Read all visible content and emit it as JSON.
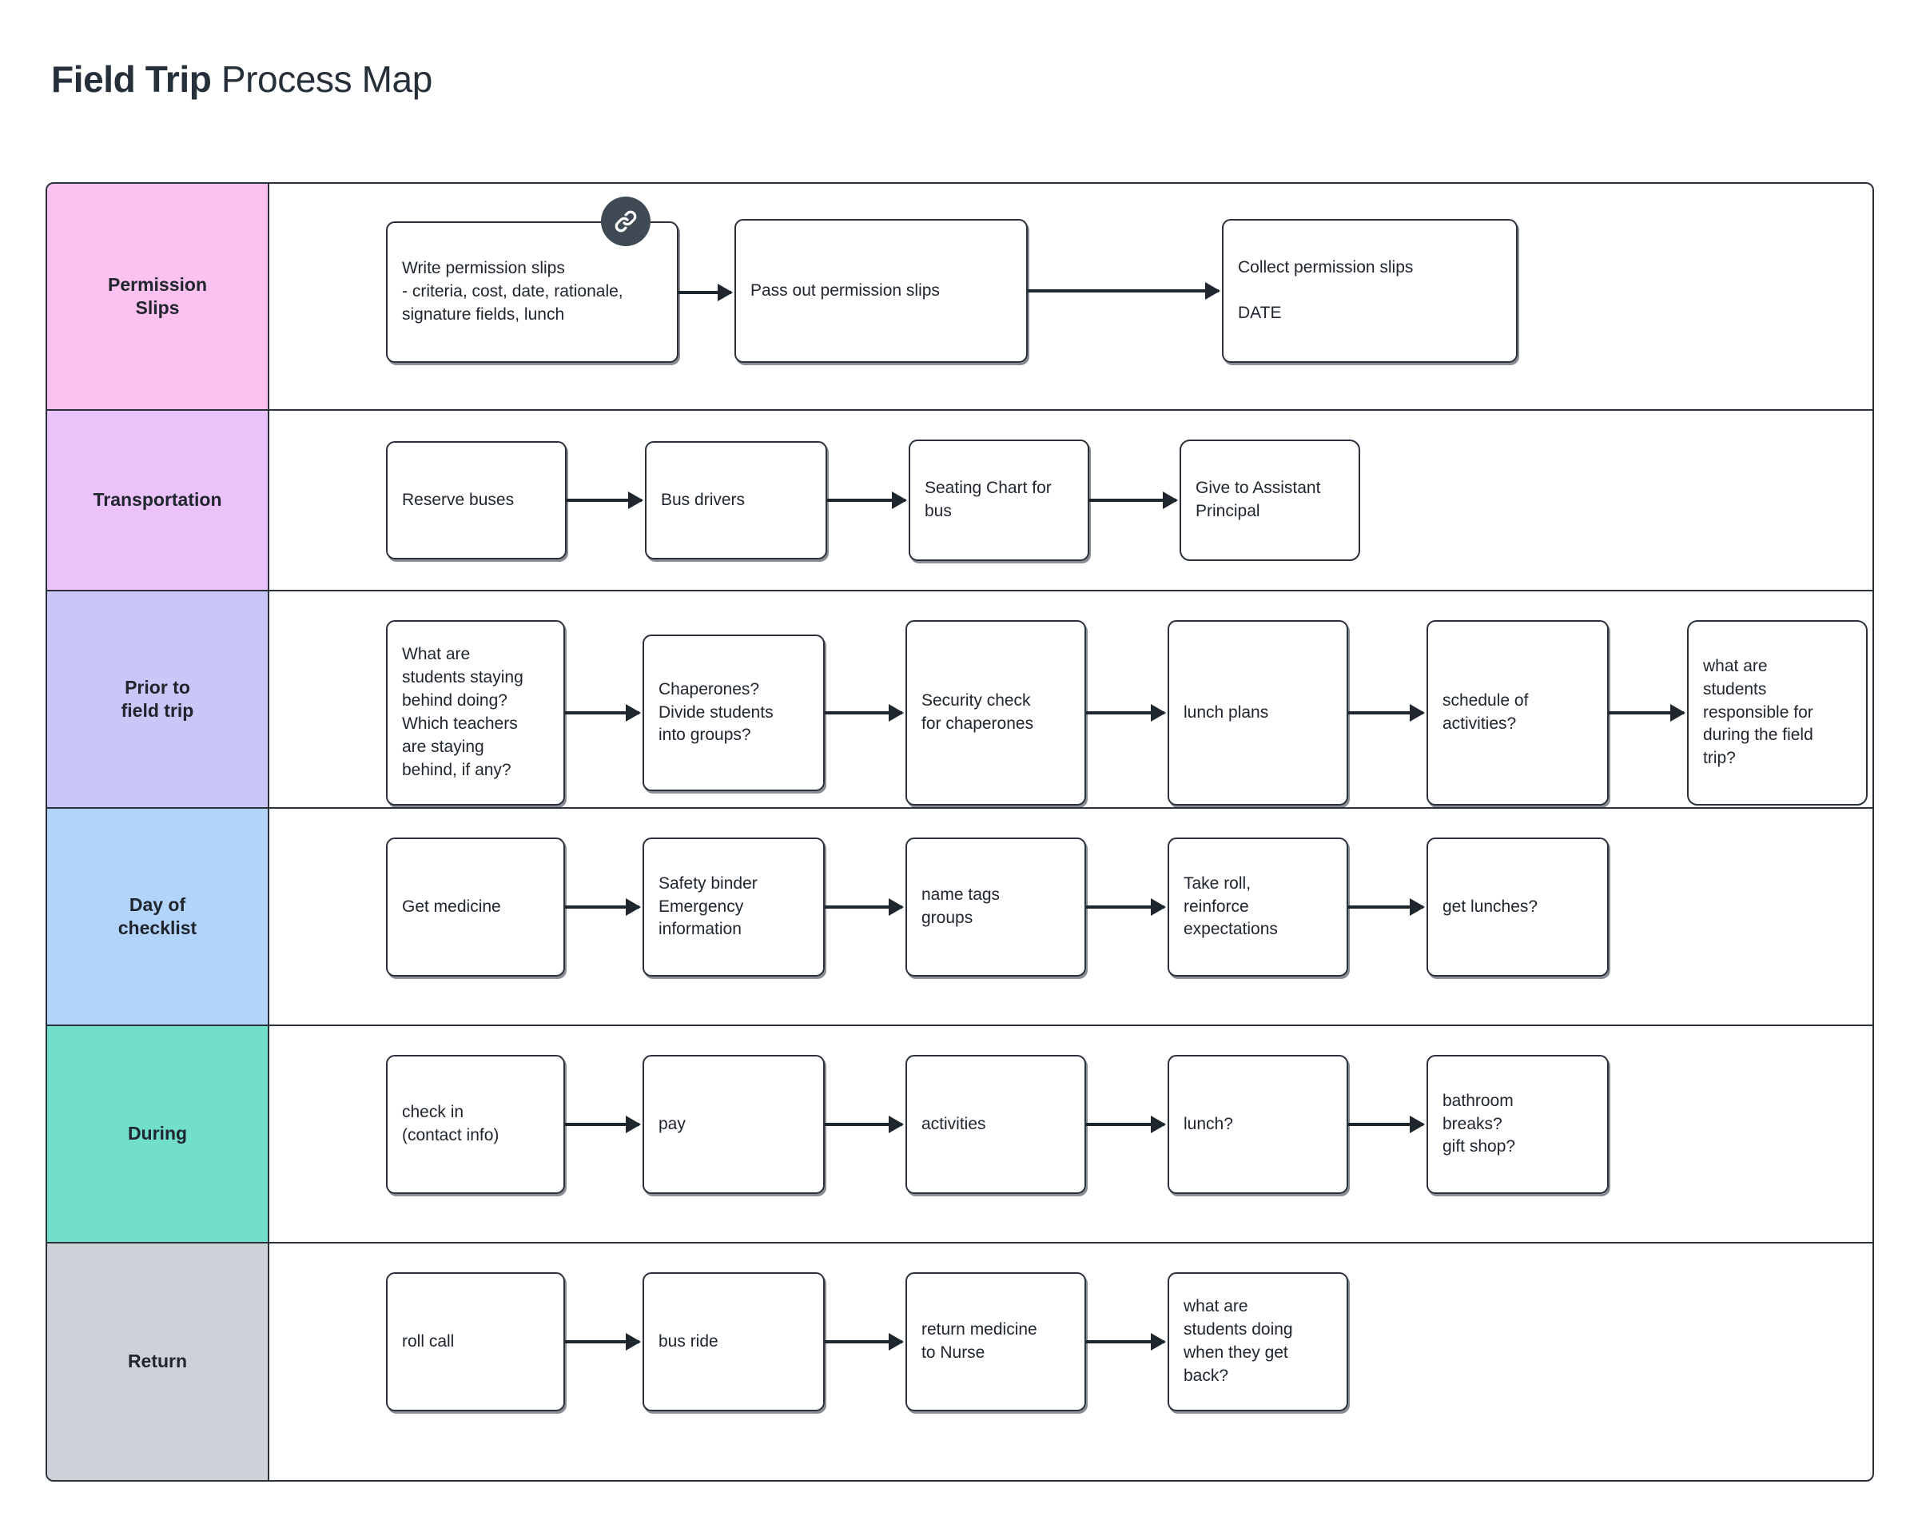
{
  "title": {
    "bold": "Field Trip",
    "light": " Process Map"
  },
  "colors": {
    "border": "#2a313b",
    "text": "#20262e",
    "badge": "#3f4a55",
    "lane_permission": "#fbc1ef",
    "lane_transportation": "#eac3fb",
    "lane_prior": "#c8c7f7",
    "lane_dayof": "#b2d4fb",
    "lane_during": "#72dfcb",
    "lane_return": "#ccd2d7"
  },
  "badge": {
    "icon": "link-icon",
    "label": "link"
  },
  "lanes": [
    {
      "id": "permission-slips",
      "label": "Permission\nSlips",
      "color": "#fbc1ef",
      "nodes": [
        {
          "text": "Write permission slips\n- criteria, cost, date, rationale,\nsignature fields, lunch",
          "badge": true
        },
        {
          "text": "Pass out permission slips"
        },
        {
          "text": "Collect permission slips\n\nDATE"
        }
      ]
    },
    {
      "id": "transportation",
      "label": "Transportation",
      "color": "#eac3fb",
      "nodes": [
        {
          "text": "Reserve buses"
        },
        {
          "text": "Bus drivers"
        },
        {
          "text": "Seating Chart for\nbus"
        },
        {
          "text": "Give to Assistant\nPrincipal",
          "flat": true
        }
      ]
    },
    {
      "id": "prior-to-field-trip",
      "label": "Prior to\nfield trip",
      "color": "#c8c7f7",
      "nodes": [
        {
          "text": "What are\nstudents staying\nbehind doing?\nWhich teachers\nare staying\nbehind, if any?"
        },
        {
          "text": "Chaperones?\nDivide students\ninto groups?"
        },
        {
          "text": "Security check\nfor chaperones"
        },
        {
          "text": "lunch plans"
        },
        {
          "text": "schedule of\nactivities?"
        },
        {
          "text": "what are\nstudents\nresponsible for\nduring the field\ntrip?",
          "flat": true
        }
      ]
    },
    {
      "id": "day-of-checklist",
      "label": "Day of\nchecklist",
      "color": "#b2d4fb",
      "nodes": [
        {
          "text": "Get medicine"
        },
        {
          "text": "Safety binder\nEmergency\ninformation"
        },
        {
          "text": "name tags\ngroups"
        },
        {
          "text": "Take roll,\nreinforce\nexpectations"
        },
        {
          "text": "get lunches?"
        }
      ]
    },
    {
      "id": "during",
      "label": "During",
      "color": "#72dfcb",
      "nodes": [
        {
          "text": "check in\n(contact info)"
        },
        {
          "text": "pay"
        },
        {
          "text": "activities"
        },
        {
          "text": "lunch?"
        },
        {
          "text": "bathroom\nbreaks?\ngift shop?"
        }
      ]
    },
    {
      "id": "return",
      "label": "Return",
      "color": "#ccd2d7",
      "nodes": [
        {
          "text": "roll call"
        },
        {
          "text": "bus ride"
        },
        {
          "text": "return medicine\nto Nurse"
        },
        {
          "text": "what are\nstudents doing\nwhen they get\nback?"
        }
      ]
    }
  ]
}
